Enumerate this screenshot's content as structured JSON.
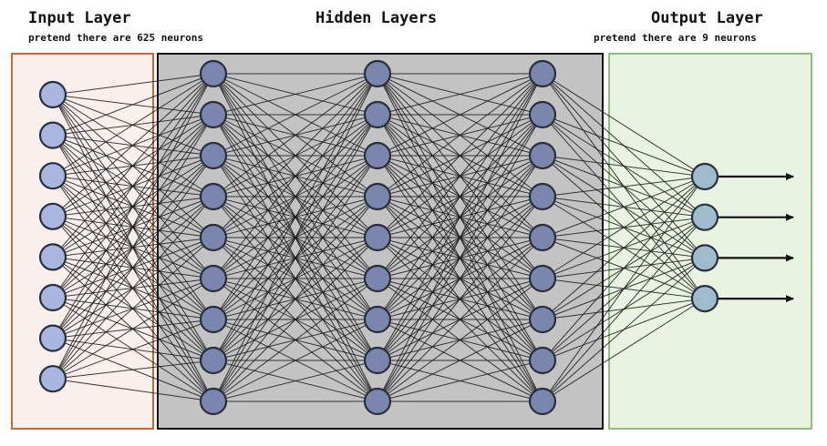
{
  "input_layer": {
    "title": "Input Layer",
    "subtitle": "pretend there are 625 neurons",
    "visible_neurons": 8,
    "panel_fill": "#f9f0ee",
    "panel_border": "#c8673a",
    "neuron_fill": "#a8b6e0"
  },
  "hidden_layers": {
    "title": "Hidden Layers",
    "layer_count": 3,
    "neurons_per_layer": 9,
    "panel_fill": "#c3c3c3",
    "panel_border": "#111111",
    "neuron_fill": "#7a86ad"
  },
  "output_layer": {
    "title": "Output Layer",
    "subtitle": "pretend there are 9 neurons",
    "visible_neurons": 4,
    "panel_fill": "#e8f3e1",
    "panel_border": "#8fc07a",
    "neuron_fill": "#9fbccd"
  },
  "colors": {
    "connection": "#1a1a1a",
    "neuron_stroke": "#2a2f3d",
    "arrow": "#111111"
  }
}
